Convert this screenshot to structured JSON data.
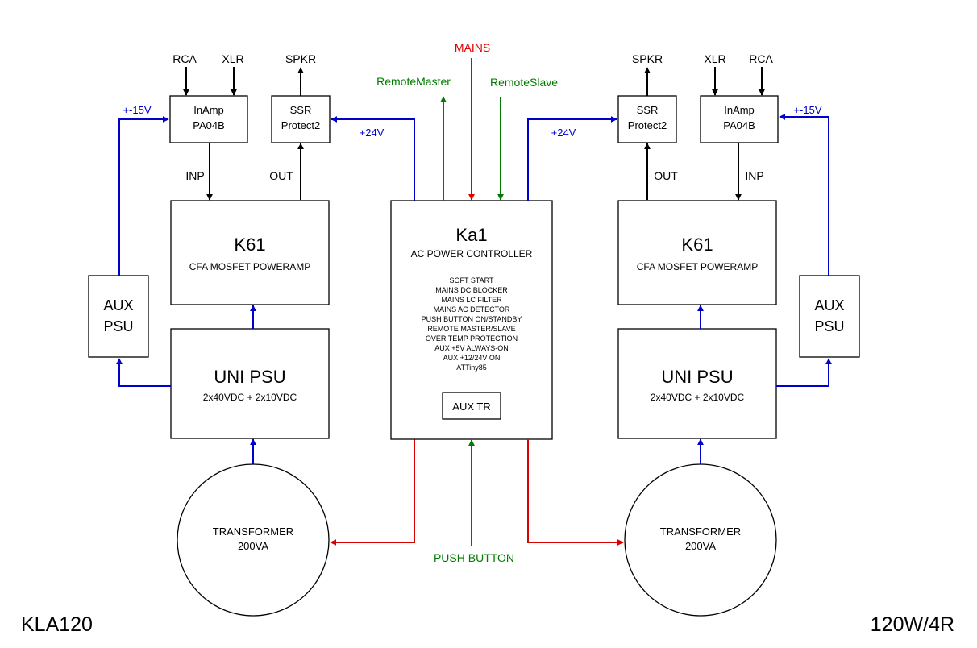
{
  "colors": {
    "signal": "#000000",
    "dc_supply": "#0000cc",
    "mains": "#dd0000",
    "control": "#007a00"
  },
  "footer": {
    "model": "KLA120",
    "rating": "120W/4R"
  },
  "controller": {
    "title": "Ka1",
    "subtitle": "AC POWER CONTROLLER",
    "features": [
      "SOFT START",
      "MAINS DC BLOCKER",
      "MAINS LC FILTER",
      "MAINS AC DETECTOR",
      "PUSH BUTTON ON/STANDBY",
      "REMOTE MASTER/SLAVE",
      "OVER TEMP PROTECTION",
      "AUX +5V ALWAYS-ON",
      "AUX +12/24V ON",
      "ATTiny85"
    ],
    "aux_tr": "AUX TR"
  },
  "signals": {
    "mains": "MAINS",
    "remote_master": "RemoteMaster",
    "remote_slave": "RemoteSlave",
    "push_button": "PUSH BUTTON"
  },
  "left": {
    "rca": "RCA",
    "xlr": "XLR",
    "spkr": "SPKR",
    "inamp": {
      "line1": "InAmp",
      "line2": "PA04B"
    },
    "ssr": {
      "line1": "SSR",
      "line2": "Protect2"
    },
    "aux_voltage": "+-15V",
    "ssr_voltage": "+24V",
    "inp": "INP",
    "out": "OUT",
    "amp": {
      "title": "K61",
      "subtitle": "CFA MOSFET POWERAMP"
    },
    "aux_psu": {
      "line1": "AUX",
      "line2": "PSU"
    },
    "psu": {
      "title": "UNI PSU",
      "subtitle": "2x40VDC + 2x10VDC"
    },
    "transformer": {
      "line1": "TRANSFORMER",
      "line2": "200VA"
    }
  },
  "right": {
    "rca": "RCA",
    "xlr": "XLR",
    "spkr": "SPKR",
    "inamp": {
      "line1": "InAmp",
      "line2": "PA04B"
    },
    "ssr": {
      "line1": "SSR",
      "line2": "Protect2"
    },
    "aux_voltage": "+-15V",
    "ssr_voltage": "+24V",
    "inp": "INP",
    "out": "OUT",
    "amp": {
      "title": "K61",
      "subtitle": "CFA MOSFET POWERAMP"
    },
    "aux_psu": {
      "line1": "AUX",
      "line2": "PSU"
    },
    "psu": {
      "title": "UNI PSU",
      "subtitle": "2x40VDC + 2x10VDC"
    },
    "transformer": {
      "line1": "TRANSFORMER",
      "line2": "200VA"
    }
  }
}
